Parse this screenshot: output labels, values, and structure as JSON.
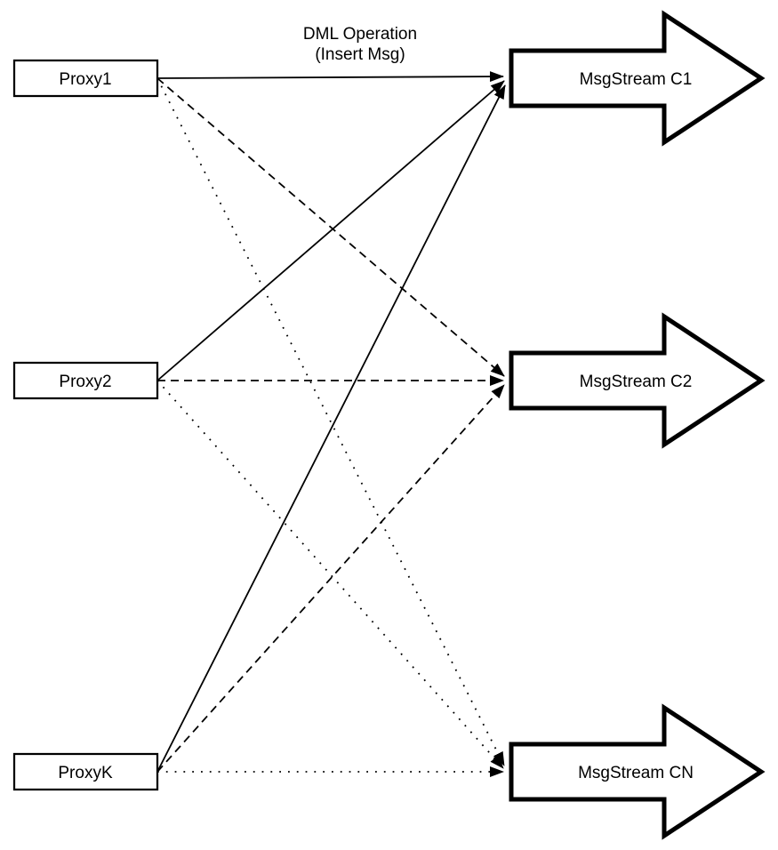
{
  "edge_label": {
    "line1": "DML Operation",
    "line2": "(Insert Msg)"
  },
  "proxies": [
    {
      "label": "Proxy1"
    },
    {
      "label": "Proxy2"
    },
    {
      "label": "ProxyK"
    }
  ],
  "streams": [
    {
      "label": "MsgStream C1"
    },
    {
      "label": "MsgStream C2"
    },
    {
      "label": "MsgStream CN"
    }
  ],
  "connections": [
    {
      "from": "Proxy1",
      "to": "MsgStream C1",
      "style": "solid"
    },
    {
      "from": "Proxy2",
      "to": "MsgStream C1",
      "style": "solid"
    },
    {
      "from": "ProxyK",
      "to": "MsgStream C1",
      "style": "solid"
    },
    {
      "from": "Proxy1",
      "to": "MsgStream C2",
      "style": "dashed"
    },
    {
      "from": "Proxy2",
      "to": "MsgStream C2",
      "style": "dashed"
    },
    {
      "from": "ProxyK",
      "to": "MsgStream C2",
      "style": "dashed"
    },
    {
      "from": "Proxy1",
      "to": "MsgStream CN",
      "style": "dotted"
    },
    {
      "from": "Proxy2",
      "to": "MsgStream CN",
      "style": "dotted"
    },
    {
      "from": "ProxyK",
      "to": "MsgStream CN",
      "style": "dotted"
    }
  ],
  "colors": {
    "stroke": "#000000",
    "shape_fill": "#ffffff",
    "background": "#ffffff"
  }
}
